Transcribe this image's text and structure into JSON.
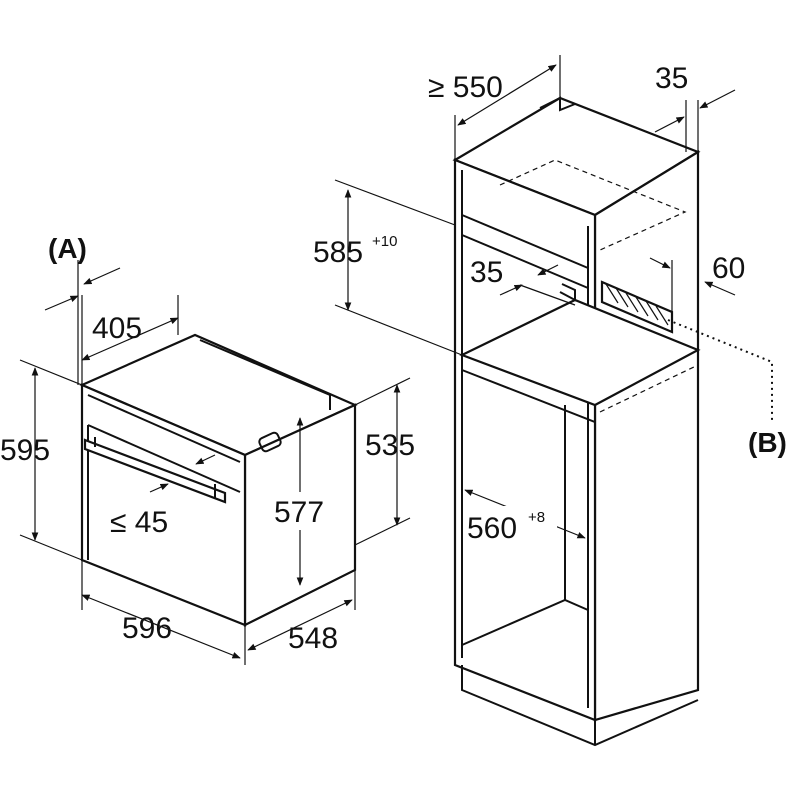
{
  "labels": {
    "view_a": "(A)",
    "view_b": "(B)"
  },
  "oven_dimensions": {
    "panel_depth": "405",
    "height": "595",
    "handle_gap": "≤ 45",
    "body_height": "577",
    "body_depth_side": "535",
    "width": "596",
    "depth": "548"
  },
  "cabinet_dimensions": {
    "cabinet_depth": "≥ 550",
    "back_clearance": "35",
    "niche_height": "585",
    "niche_height_tolerance": "+10",
    "shelf_gap": "35",
    "vent_opening": "60",
    "niche_width": "560",
    "niche_width_tolerance": "+8"
  },
  "colors": {
    "line": "#111111",
    "background": "#ffffff"
  }
}
